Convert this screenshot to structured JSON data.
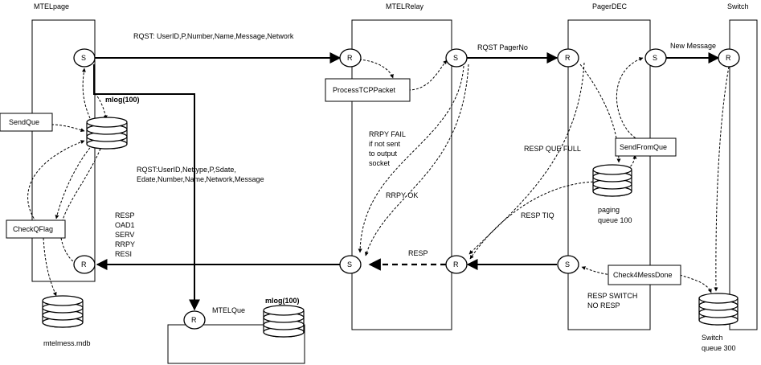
{
  "components": {
    "mtelpage": "MTELpage",
    "mtelrelay": "MTELRelay",
    "pagerdec": "PagerDEC",
    "switch": "Switch",
    "mtelque": "MTELQue"
  },
  "nodes": {
    "send": "S",
    "receive": "R"
  },
  "processes": {
    "send_que": "SendQue",
    "check_qflag": "CheckQFlag",
    "process_tcp": "ProcessTCPPacket",
    "send_from_que": "SendFromQue",
    "check4mess": "Check4MessDone"
  },
  "stores": {
    "mlog_page": "mlog(100)",
    "mlog_que": "mlog(100)",
    "mtelmess": "mtelmess.mdb",
    "paging_line1": "paging",
    "paging_line2": "queue 100",
    "switch_q_line1": "Switch",
    "switch_q_line2": "queue 300"
  },
  "labels": {
    "rqst_top": "RQST: UserID,P,Number,Name,Message,Network",
    "rqst_pagerno": "RQST PagerNo",
    "new_message": "New Message",
    "rqst_que_line1": "RQST:UserID,Nettype,P,Sdate,",
    "rqst_que_line2": "Edate,Number,Name,Network,Message",
    "rrpy_fail": [
      "RRPY FAIL",
      "if not sent",
      "to output",
      "socket"
    ],
    "rrpy_ok": "RRPY OK",
    "resp_que_full": "RESP QUE FULL",
    "resp_tiq": "RESP TIQ",
    "resp_mid": "RESP",
    "resp_list": [
      "RESP",
      "OAD1",
      "SERV",
      "RRPY",
      "RESI"
    ],
    "resp_switch_line1": "RESP SWITCH",
    "resp_switch_line2": "NO RESP"
  }
}
